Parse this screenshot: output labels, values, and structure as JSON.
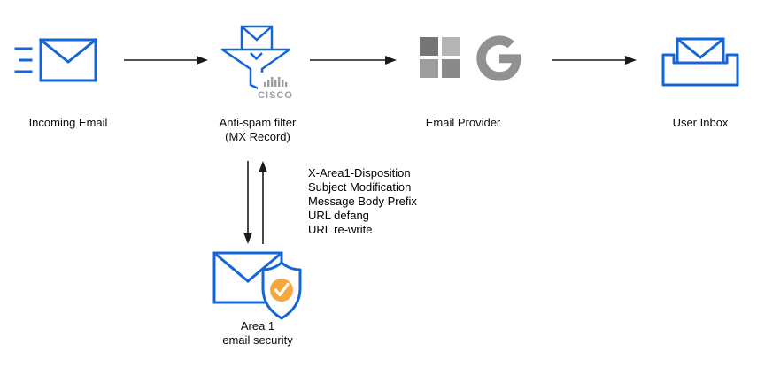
{
  "nodes": {
    "incoming": {
      "label": "Incoming Email"
    },
    "antispam": {
      "label": "Anti-spam filter",
      "sublabel": "(MX Record)",
      "vendor": "CISCO"
    },
    "provider": {
      "label": "Email Provider"
    },
    "inbox": {
      "label": "User Inbox"
    },
    "area1": {
      "label": "Area 1",
      "sublabel": "email security"
    }
  },
  "annotations": [
    "X-Area1-Disposition",
    "Subject Modification",
    "Message Body Prefix",
    "URL defang",
    "URL re-write"
  ],
  "colors": {
    "blue": "#1465d8",
    "logo_gray": "#9b9da0",
    "orange": "#f5a73b",
    "arrow": "#1a1a1a"
  }
}
